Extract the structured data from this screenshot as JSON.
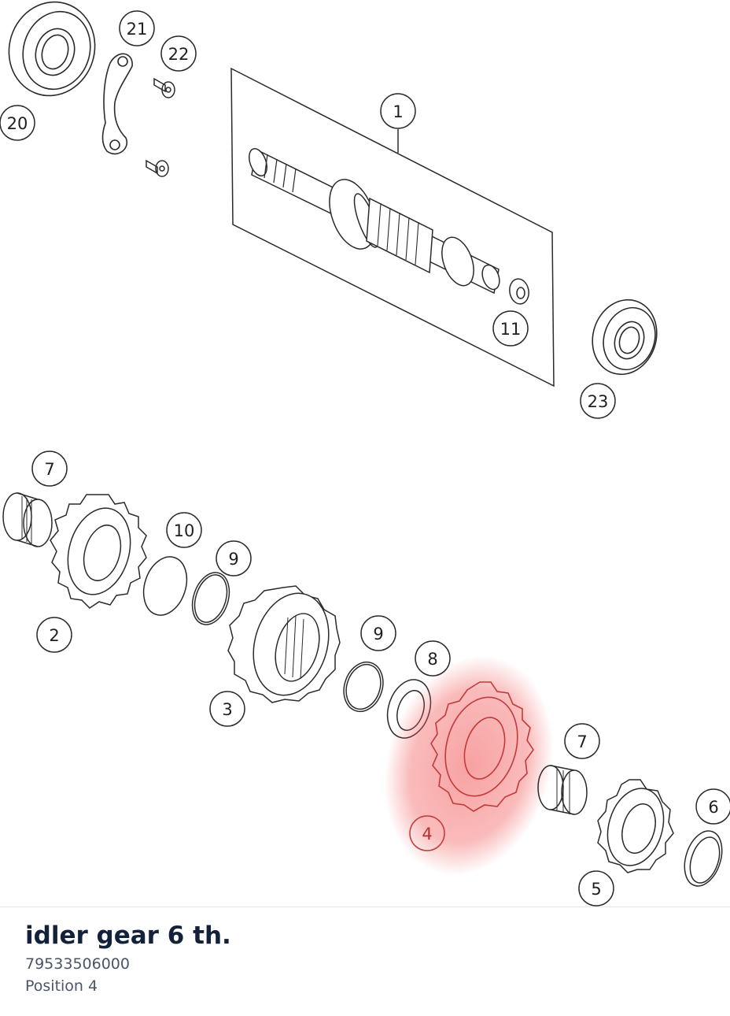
{
  "part": {
    "title": "idler gear 6 th.",
    "number": "79533506000",
    "position": "Position 4"
  },
  "callouts": {
    "c1": "1",
    "c2": "2",
    "c3": "3",
    "c4": "4",
    "c5": "5",
    "c6": "6",
    "c7a": "7",
    "c7b": "7",
    "c8": "8",
    "c9a": "9",
    "c9b": "9",
    "c10": "10",
    "c11": "11",
    "c20": "20",
    "c21": "21",
    "c22": "22",
    "c23": "23"
  },
  "colors": {
    "highlight": "#f25555",
    "line": "#2a2a2a",
    "title": "#14213a",
    "subtitle": "#4a5568"
  }
}
